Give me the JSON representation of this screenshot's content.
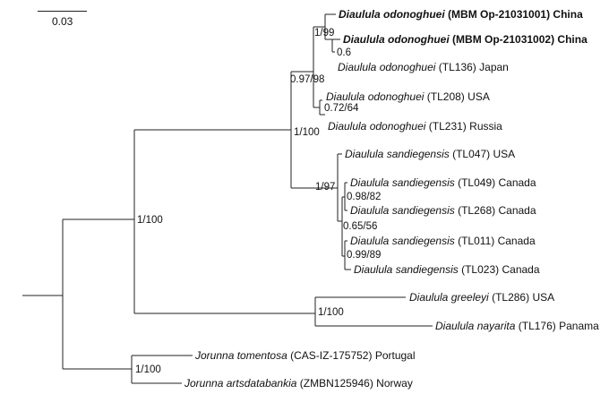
{
  "scale_bar": {
    "label": "0.03"
  },
  "taxa": [
    {
      "genus": "Diaulula",
      "species": "odonoghuei",
      "voucher": "(MBM Op-21031001)",
      "locality": "China",
      "highlight": true
    },
    {
      "genus": "Diaulula",
      "species": "odonoghuei",
      "voucher": "(MBM Op-21031002)",
      "locality": "China",
      "highlight": true
    },
    {
      "genus": "Diaulula",
      "species": "odonoghuei",
      "voucher": "(TL136)",
      "locality": "Japan",
      "highlight": false
    },
    {
      "genus": "Diaulula",
      "species": "odonoghuei",
      "voucher": "(TL208)",
      "locality": "USA",
      "highlight": false
    },
    {
      "genus": "Diaulula",
      "species": "odonoghuei",
      "voucher": "(TL231)",
      "locality": "Russia",
      "highlight": false
    },
    {
      "genus": "Diaulula",
      "species": "sandiegensis",
      "voucher": "(TL047)",
      "locality": "USA",
      "highlight": false
    },
    {
      "genus": "Diaulula",
      "species": "sandiegensis",
      "voucher": "(TL049)",
      "locality": "Canada",
      "highlight": false
    },
    {
      "genus": "Diaulula",
      "species": "sandiegensis",
      "voucher": "(TL268)",
      "locality": "Canada",
      "highlight": false
    },
    {
      "genus": "Diaulula",
      "species": "sandiegensis",
      "voucher": "(TL011)",
      "locality": "Canada",
      "highlight": false
    },
    {
      "genus": "Diaulula",
      "species": "sandiegensis",
      "voucher": "(TL023)",
      "locality": "Canada",
      "highlight": false
    },
    {
      "genus": "Diaulula",
      "species": "greeleyi",
      "voucher": "(TL286)",
      "locality": "USA",
      "highlight": false
    },
    {
      "genus": "Diaulula",
      "species": "nayarita",
      "voucher": "(TL176)",
      "locality": "Panama",
      "highlight": false
    },
    {
      "genus": "Jorunna",
      "species": "tomentosa",
      "voucher": "(CAS-IZ-175752)",
      "locality": "Portugal",
      "highlight": false
    },
    {
      "genus": "Jorunna",
      "species": "artsdatabankia",
      "voucher": "(ZMBN125946)",
      "locality": "Norway",
      "highlight": false
    }
  ],
  "support": [
    "1/99",
    "0.6",
    "0.97/98",
    "0.72/64",
    "1/100",
    "1/97",
    "0.98/82",
    "0.65/56",
    "0.99/89",
    "1/100",
    "1/100",
    "1/100"
  ]
}
